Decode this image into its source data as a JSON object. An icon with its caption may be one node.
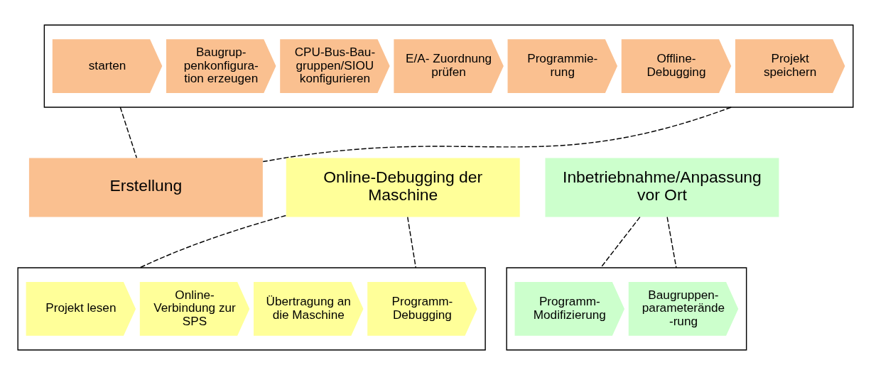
{
  "diagram": {
    "nodes": [
      {
        "text": [],
        "shape": "box"
      },
      {
        "text": [
          "starten"
        ],
        "in": 0
      },
      {
        "text": [
          "Baugrup- penkonfigura- tion erzeugen"
        ],
        "in": 0
      },
      {
        "text": [
          "CPU-Bus-Bau- gruppen/SIOU konfigurieren"
        ],
        "in": 0
      },
      {
        "text": [
          "E/A- Zuordnung prüfen"
        ],
        "in": 0
      },
      {
        "text": [
          "Programmie- rung"
        ],
        "in": 0
      },
      {
        "text": [
          "Offline- Debugging"
        ],
        "in": 0
      },
      {
        "text": [
          "Projekt speichern"
        ],
        "in": 0
      },
      {
        "text": [
          "Erstellung"
        ]
      },
      {
        "text": [
          "Online-Debugging der Maschine"
        ]
      },
      {
        "text": [
          "Inbetriebnahme/Anpassung vor Ort"
        ]
      },
      {
        "text": [],
        "shape": "box"
      },
      {
        "text": [
          "Projekt lesen"
        ],
        "in": 11
      },
      {
        "text": [
          "Online- Verbindung zur SPS"
        ],
        "in": 11
      },
      {
        "text": [
          "Übertragung an die Maschine"
        ],
        "in": 11
      },
      {
        "text": [
          "Programm- Debugging"
        ],
        "in": 11
      },
      {
        "text": [],
        "shape": "box"
      },
      {
        "text": [
          "Programm- Modifizierung"
        ],
        "in": 16
      },
      {
        "text": [
          "Baugruppen- parameterände -rung"
        ],
        "in": 16
      }
    ],
    "edges": [
      {
        "from": 0,
        "to": 8,
        "arrow": "none",
        "style": "dashed"
      },
      {
        "from": 0,
        "to": 8,
        "arrow": "none",
        "style": "dashed"
      },
      {
        "from": 9,
        "to": 11,
        "arrow": "none",
        "style": "dashed"
      },
      {
        "from": 9,
        "to": 11,
        "arrow": "none",
        "style": "dashed"
      },
      {
        "from": 10,
        "to": 16,
        "arrow": "none",
        "style": "dashed"
      },
      {
        "from": 10,
        "to": 16,
        "arrow": "none",
        "style": "dashed"
      }
    ]
  }
}
